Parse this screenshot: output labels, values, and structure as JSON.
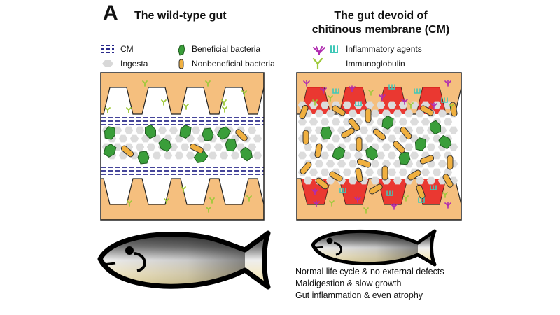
{
  "panel_label": "A",
  "left_panel": {
    "title": "The wild-type gut"
  },
  "right_panel": {
    "title_line1": "The gut devoid of",
    "title_line2": "chitinous membrane (CM)"
  },
  "legend": {
    "cm": "CM",
    "ingesta": "Ingesta",
    "beneficial": "Beneficial bacteria",
    "nonbeneficial": "Nonbeneficial bacteria",
    "inflammatory": "Inflammatory agents",
    "immunoglobulin": "Immunoglobulin"
  },
  "captions": [
    "Normal life cycle & no external defects",
    "Maldigestion & slow growth",
    "Gut inflammation & even atrophy"
  ],
  "colors": {
    "tissue": "#F5BF7E",
    "inflamed": "#E8231B",
    "cm_line": "#2B2B8C",
    "beneficial": "#3A9E3A",
    "nonbeneficial": "#F0B040",
    "ingesta": "#D8D8D8",
    "inflammatory_magenta": "#B02CB0",
    "inflammatory_teal": "#40C8B8",
    "immunoglobulin": "#9EC93A"
  }
}
